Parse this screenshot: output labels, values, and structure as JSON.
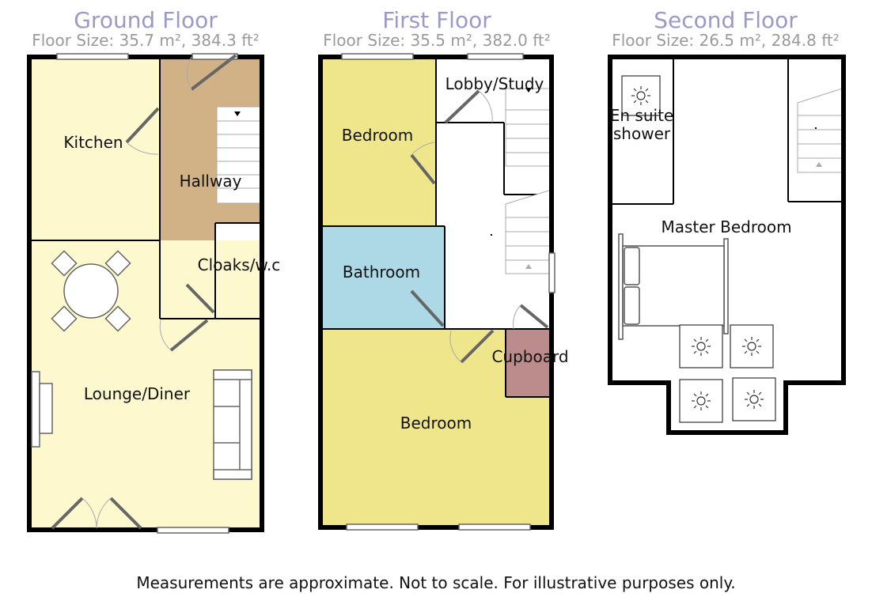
{
  "colors": {
    "kitchen": "#fdf8cd",
    "hallway": "#d1b287",
    "lounge": "#fdf8cd",
    "bedroom": "#efe58b",
    "bathroom": "#add8e6",
    "cupboard": "#bb8c8b",
    "title": "#9a9ac8",
    "size_text": "#9a9a9a"
  },
  "floors": [
    {
      "title": "Ground Floor",
      "size": "Floor Size: 35.7 m², 384.3 ft²",
      "rooms": {
        "kitchen": "Kitchen",
        "hallway": "Hallway",
        "cloaks": "Cloaks/w.c",
        "lounge": "Lounge/Diner"
      }
    },
    {
      "title": "First Floor",
      "size": "Floor Size: 35.5 m², 382.0 ft²",
      "rooms": {
        "lobby": "Lobby/Study",
        "bedroom_top": "Bedroom",
        "bathroom": "Bathroom",
        "cupboard": "Cupboard",
        "bedroom_bottom": "Bedroom"
      }
    },
    {
      "title": "Second Floor",
      "size": "Floor Size: 26.5 m², 284.8 ft²",
      "rooms": {
        "ensuite_line1": "En suite",
        "ensuite_line2": "shower",
        "master": "Master Bedroom"
      }
    }
  ],
  "disclaimer": "Measurements are approximate. Not to scale. For illustrative purposes only."
}
